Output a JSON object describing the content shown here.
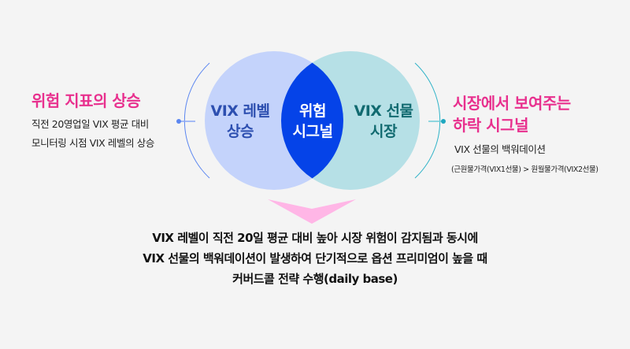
{
  "left": {
    "title": "위험 지표의 상승",
    "desc_lines": [
      "직전 20영업일 VIX 평균 대비",
      "모니터링 시점 VIX 레벨의 상승"
    ]
  },
  "right": {
    "title_lines": [
      "시장에서 보여주는",
      "하락 시그널"
    ],
    "desc": "VIX 선물의 백워데이션",
    "sub": "(근원물가격(VIX1선물) > 원월물가격(VIX2선물)"
  },
  "venn": {
    "left_label": [
      "VIX 레벨",
      "상승"
    ],
    "center_label": [
      "위험",
      "시그널"
    ],
    "right_label": [
      "VIX 선물",
      "시장"
    ],
    "colors": {
      "left_circle": "#c4d3fb",
      "right_circle": "#b6e0e6",
      "intersection": "#0543e8",
      "left_arc": "#5b86f0",
      "right_arc": "#2fb3c8",
      "arrow": "#ffb6e6",
      "title_accent": "#e8308e"
    }
  },
  "conclusion": {
    "lines": [
      "VIX 레벨이 직전 20일 평균 대비 높아 시장 위험이 감지됨과 동시에",
      "VIX 선물의 백워데이션이 발생하여 단기적으로 옵션 프리미엄이 높을 때",
      "커버드콜 전략 수행(daily base)"
    ]
  }
}
